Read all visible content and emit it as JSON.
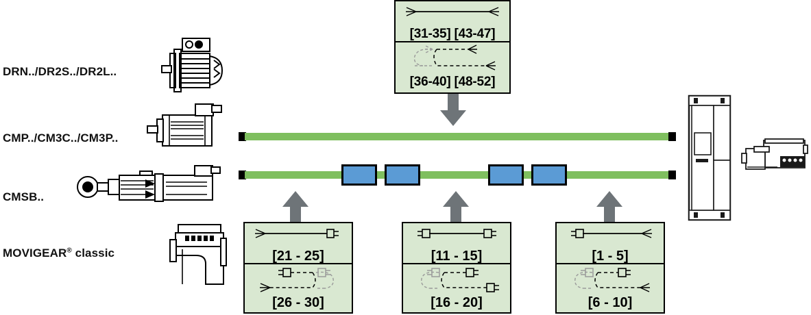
{
  "diagram": {
    "title": "SEW drive system cable reference diagram",
    "colors": {
      "ref_box_fill": "#d9e8d1",
      "ref_box_border": "#000000",
      "cable_green": "#7fbf5f",
      "connector_blue": "#5b9bd5",
      "arrow_gray": "#6e7478",
      "line_art": "#000000"
    }
  },
  "product_labels": [
    {
      "id": "drn",
      "text": "DRN../DR2S../DR2L..",
      "icon": "gearmotor-icon"
    },
    {
      "id": "cmp",
      "text": "CMP../CM3C../CM3P..",
      "icon": "servomotor-icon"
    },
    {
      "id": "cmsb",
      "text": "CMSB..",
      "icon": "linear-servomotor-icon"
    },
    {
      "id": "movigear",
      "text": "MOVIGEAR",
      "suffix": " classic",
      "sup": "®",
      "icon": "movigear-icon"
    }
  ],
  "ref_boxes": {
    "top": {
      "name": "hybrid-cable-reference-top",
      "cells": [
        {
          "symbol": "cable-flying-leads-both-ends",
          "label": "[31-35] [43-47]"
        },
        {
          "symbol": "cable-flying-leads-extension",
          "label": "[36-40] [48-52]"
        }
      ]
    },
    "bottom_left": {
      "name": "cable-reference-left",
      "cells": [
        {
          "symbol": "cable-leads-to-plug",
          "label": "[21 - 25]"
        },
        {
          "symbol": "cable-leads-to-plug-extension",
          "label": "[26 - 30]"
        }
      ]
    },
    "bottom_middle": {
      "name": "cable-reference-middle",
      "cells": [
        {
          "symbol": "cable-plug-to-plug",
          "label": "[11 - 15]"
        },
        {
          "symbol": "cable-plug-to-plug-extension",
          "label": "[16 - 20]"
        }
      ]
    },
    "bottom_right": {
      "name": "cable-reference-right",
      "cells": [
        {
          "symbol": "cable-plug-to-leads",
          "label": "[1 - 5]"
        },
        {
          "symbol": "cable-plug-to-leads-extension",
          "label": "[6 - 10]"
        }
      ]
    }
  },
  "bus_lines": [
    {
      "id": "upper",
      "name": "power-cable-upper",
      "connectors": 0
    },
    {
      "id": "lower",
      "name": "power-cable-lower",
      "connectors": 4
    }
  ],
  "arrows": [
    {
      "id": "down-center",
      "direction": "down",
      "name": "arrow-down-to-upper-cable"
    },
    {
      "id": "up-left",
      "direction": "up",
      "name": "arrow-up-from-left-box"
    },
    {
      "id": "up-middle",
      "direction": "up",
      "name": "arrow-up-from-middle-box"
    },
    {
      "id": "up-right",
      "direction": "up",
      "name": "arrow-up-from-right-box"
    }
  ],
  "right_devices": [
    {
      "id": "inverter-cabinet",
      "name": "inverter-cabinet-icon"
    },
    {
      "id": "control-unit",
      "name": "control-unit-icon"
    }
  ]
}
